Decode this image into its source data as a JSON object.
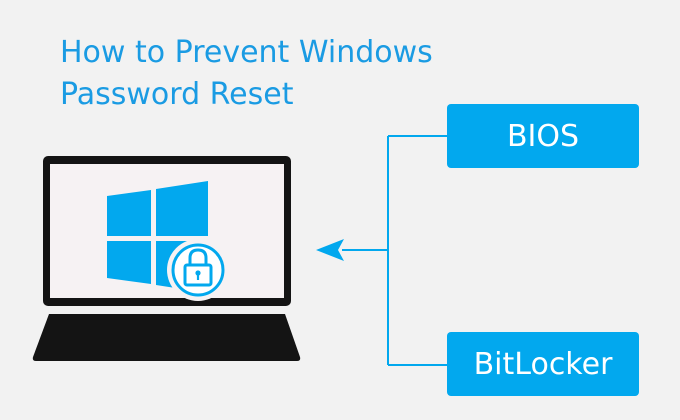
{
  "title": {
    "line1": "How to Prevent Windows",
    "line2": "Password Reset"
  },
  "options": [
    {
      "label": "BIOS"
    },
    {
      "label": "BitLocker"
    }
  ],
  "colors": {
    "background": "#f2f2f2",
    "title": "#1a9be3",
    "accent": "#02a8ee",
    "laptop": "#141414",
    "screen": "#f6f2f3",
    "white": "#ffffff"
  },
  "icons": {
    "windows_logo": "windows-logo-icon",
    "lock": "lock-icon",
    "arrow": "arrow-left-icon"
  }
}
